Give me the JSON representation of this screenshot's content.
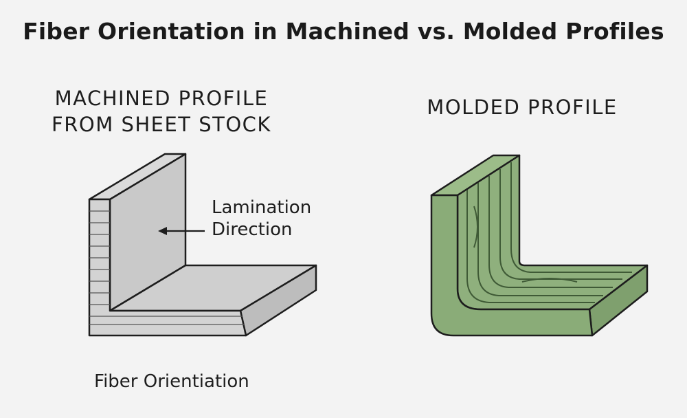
{
  "title": "Fiber Orientation in Machined vs. Molded Profiles",
  "left_panel": {
    "label_line1": "MACHINED PROFILE",
    "label_line2": "FROM SHEET STOCK",
    "annotation_line1": "Lamination",
    "annotation_line2": "Direction",
    "caption": "Fiber Orientiation",
    "fill_color": "#c9c9c9"
  },
  "right_panel": {
    "label": "MOLDED PROFILE",
    "fill_color": "#8fb07d",
    "fiber_color": "#3f5a36"
  },
  "icons": {
    "arrow": "arrow-left-icon"
  }
}
